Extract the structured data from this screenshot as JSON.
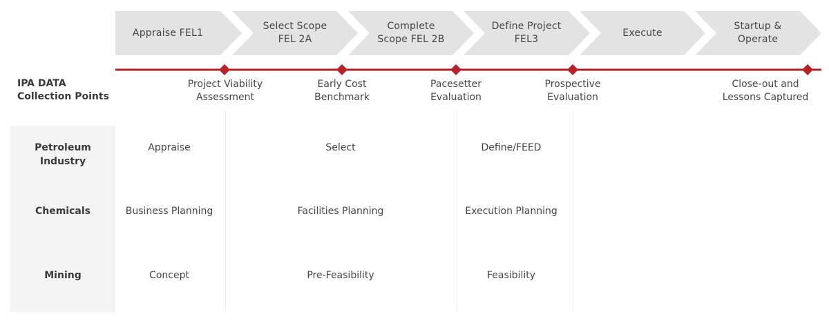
{
  "colors": {
    "chevron_fill": "#e3e3e3",
    "timeline": "#b52227",
    "milestone": "#b52227"
  },
  "phases": [
    "Appraise FEL1",
    "Select Scope\nFEL 2A",
    "Complete\nScope FEL 2B",
    "Define Project\nFEL3",
    "Execute",
    "Startup &\nOperate"
  ],
  "collection": {
    "title": "IPA DATA\nCollection Points",
    "milestones": [
      "Project Viability\nAssessment",
      "Early Cost\nBenchmark",
      "Pacesetter\nEvaluation",
      "Prospective\nEvaluation",
      "Close-out and\nLessons Captured"
    ]
  },
  "industries": [
    {
      "name": "Petroleum\nIndustry",
      "stages": [
        "Appraise",
        "Select",
        "Define/FEED"
      ]
    },
    {
      "name": "Chemicals",
      "stages": [
        "Business Planning",
        "Facilities Planning",
        "Execution Planning"
      ]
    },
    {
      "name": "Mining",
      "stages": [
        "Concept",
        "Pre-Feasibility",
        "Feasibility"
      ]
    }
  ]
}
